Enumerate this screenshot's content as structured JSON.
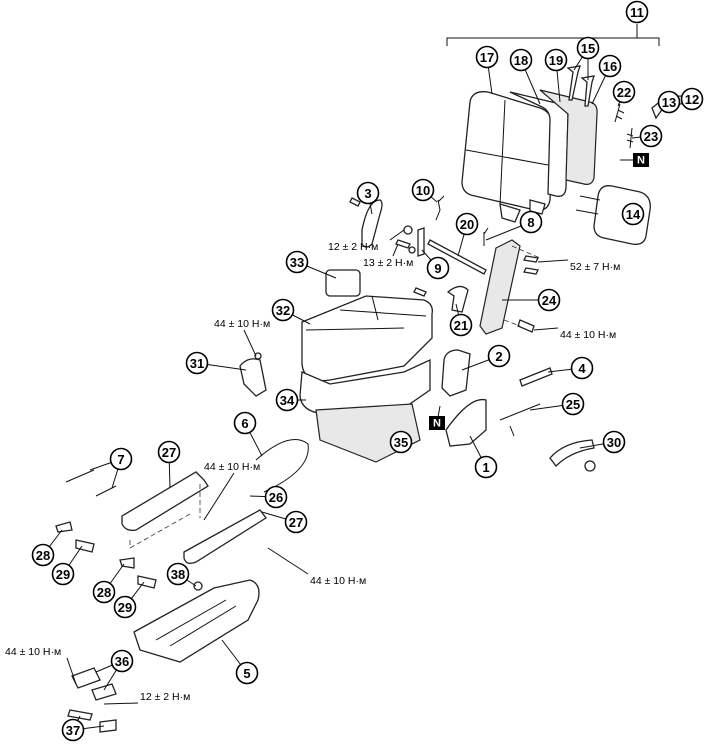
{
  "callouts": [
    "11",
    "17",
    "18",
    "19",
    "15",
    "16",
    "13",
    "12",
    "22",
    "23",
    "14",
    "10",
    "3",
    "20",
    "8",
    "9",
    "33",
    "24",
    "21",
    "32",
    "31",
    "2",
    "4",
    "25",
    "34",
    "1",
    "30",
    "35",
    "6",
    "7",
    "27",
    "26",
    "27",
    "28",
    "29",
    "28",
    "29",
    "38",
    "5",
    "36",
    "37"
  ],
  "torque_labels": [
    "12 ± 2 Н·м",
    "13 ± 2 Н·м",
    "52 ± 7 Н·м",
    "44 ± 10 Н·м",
    "44 ± 10 Н·м",
    "44 ± 10 Н·м",
    "44 ± 10 Н·м",
    "44 ± 10 Н·м",
    "12 ± 2 Н·м"
  ],
  "n_marks": [
    "N",
    "N"
  ]
}
